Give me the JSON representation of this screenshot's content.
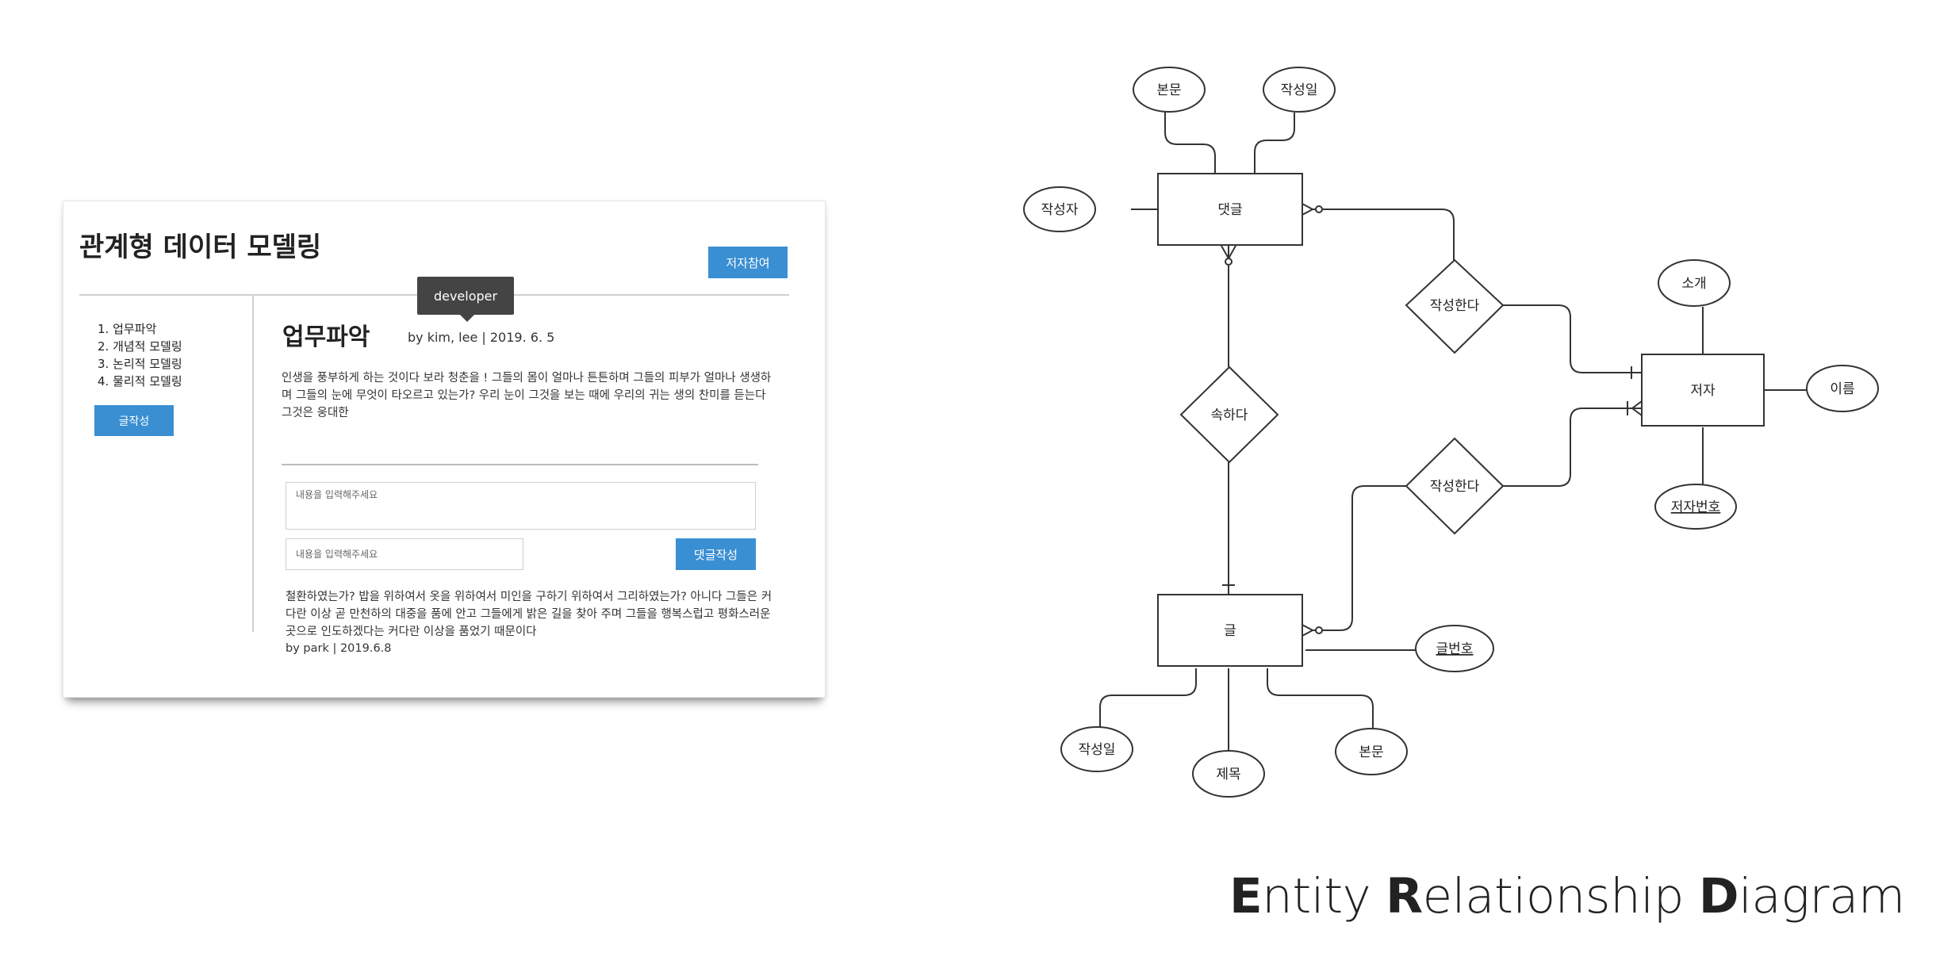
{
  "mockup": {
    "title": "관계형 데이터 모델링",
    "join_button": "저자참여",
    "tooltip": "developer",
    "sidebar_items": [
      "1. 업무파악",
      "2. 개념적 모델링",
      "3. 논리적 모델링",
      "4. 물리적 모델링"
    ],
    "write_button": "글작성",
    "post_title": "업무파악",
    "post_meta": "by kim, lee  |  2019. 6. 5",
    "post_body": "인생을 풍부하게 하는 것이다 보라 청춘을 ! 그들의 몸이 얼마나 튼튼하며 그들의 피부가 얼마나 생생하며 그들의 눈에 무엇이 타오르고 있는가? 우리 눈이 그것을 보는 때에 우리의 귀는 생의 찬미를 듣는다 그것은 웅대한",
    "comment_placeholder": "내용을 입력해주세요",
    "name_placeholder": "내용을 입력해주세요",
    "comment_button": "댓글작성",
    "comment_text": "철환하였는가? 밥을 위하여서 옷을 위하여서 미인을 구하기 위하여서 그리하였는가? 아니다 그들은 커다란 이상 곧 만천하의 대중을 품에 안고 그들에게 밝은 길을 찾아 주며 그들을 행복스럽고 평화스러운 곳으로 인도하겠다는 커다란 이상을 품었기 때문이다",
    "comment_meta": "by park | 2019.6.8"
  },
  "erd": {
    "entities": {
      "comment": "댓글",
      "post": "글",
      "author": "저자"
    },
    "relationships": {
      "writes_comment": "작성한다",
      "belongs_to": "속하다",
      "writes_post": "작성한다"
    },
    "attributes": {
      "comment_body": "본문",
      "comment_date": "작성일",
      "comment_writer": "작성자",
      "author_intro": "소개",
      "author_name": "이름",
      "author_id": "저자번호",
      "post_id": "글번호",
      "post_date": "작성일",
      "post_title": "제목",
      "post_body": "본문"
    },
    "caption": {
      "parts": [
        {
          "initial": "E",
          "rest": "ntity "
        },
        {
          "initial": "R",
          "rest": "elationship "
        },
        {
          "initial": "D",
          "rest": "iagram"
        }
      ]
    }
  }
}
